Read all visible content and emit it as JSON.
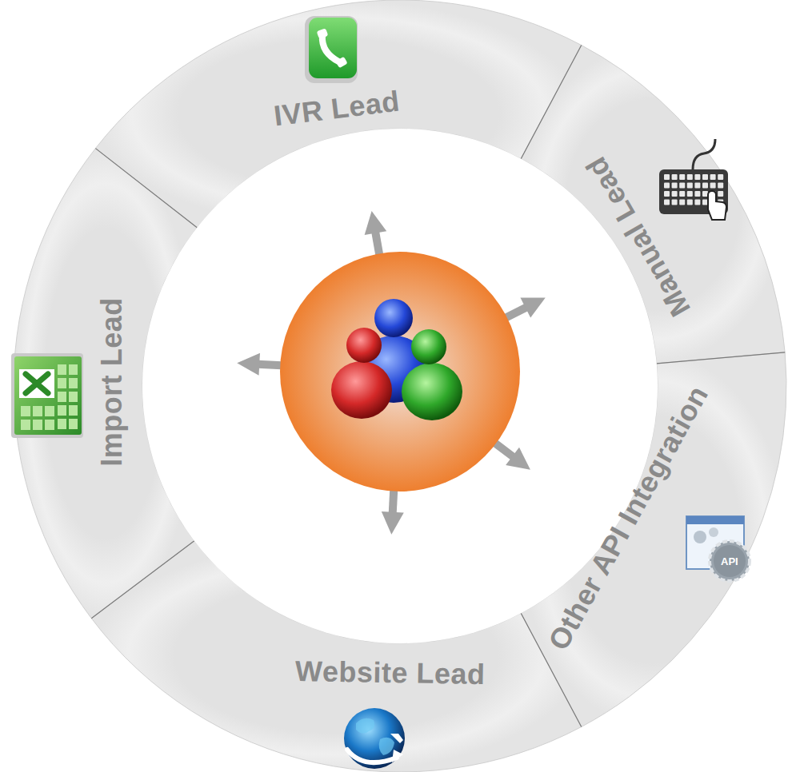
{
  "diagram": {
    "nodes": [
      {
        "text": [
          "IVR Lead"
        ]
      },
      {
        "text": [
          "Manual Lead"
        ]
      },
      {
        "text": [
          "Other API Integration"
        ]
      },
      {
        "text": [
          "Website Lead"
        ]
      },
      {
        "text": [
          "Import Lead"
        ]
      }
    ],
    "labels": [
      "API"
    ]
  }
}
